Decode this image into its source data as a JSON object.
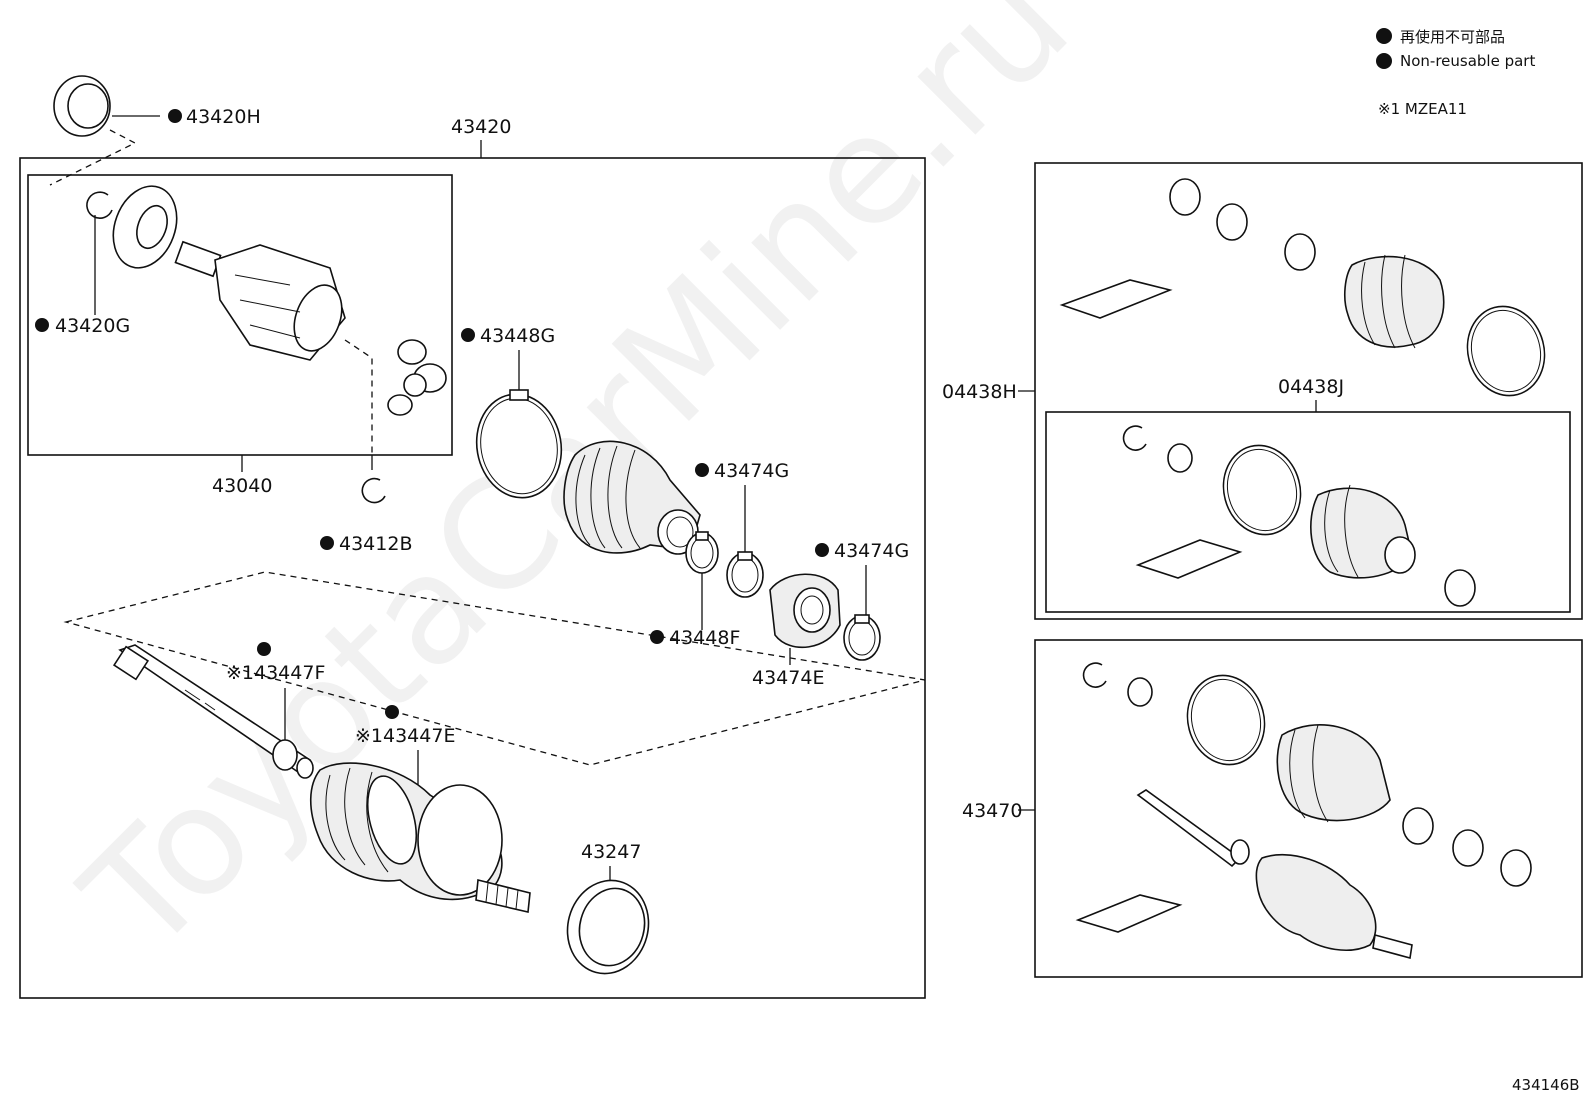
{
  "legend": {
    "line1": "再使用不可部品",
    "line2": "Non-reusable part",
    "note": "※1 MZEA11"
  },
  "watermark": "ToyotaCarMine.ru",
  "diagram_code": "434146B",
  "labels": {
    "p43420H": "43420H",
    "p43420": "43420",
    "p43420G": "43420G",
    "p43040": "43040",
    "p43412B": "43412B",
    "p43448G": "43448G",
    "p43474G_a": "43474G",
    "p43474G_b": "43474G",
    "p43448F": "43448F",
    "p43474E": "43474E",
    "p43447F": "※143447F",
    "p43447E": "※143447E",
    "p43247": "43247",
    "p04438H": "04438H",
    "p04438J": "04438J",
    "p43470": "43470"
  }
}
